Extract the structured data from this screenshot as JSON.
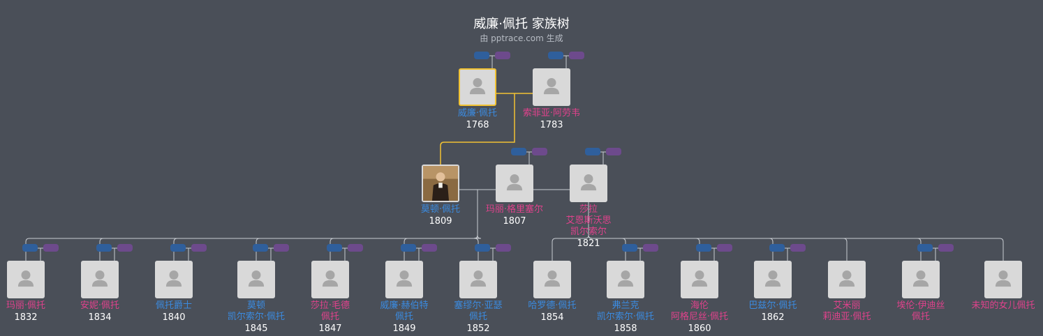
{
  "header": {
    "title": "威廉·佩托 家族树",
    "subtitle": "由 pptrace.com 生成"
  },
  "colors": {
    "male": "#3b8be0",
    "female": "#e0428c",
    "focus_border": "#f1c232",
    "line": "#c8ccd2",
    "focus_line": "#f1c232"
  },
  "people": [
    {
      "id": "p1",
      "lines": [
        "威廉·佩托"
      ],
      "year": "1768",
      "gender": "male",
      "focus": true
    },
    {
      "id": "p2",
      "lines": [
        "索菲亚·阿劳韦"
      ],
      "year": "1783",
      "gender": "female"
    },
    {
      "id": "p3",
      "lines": [
        "莫顿·佩托"
      ],
      "year": "1809",
      "gender": "male",
      "photo": true
    },
    {
      "id": "p4",
      "lines": [
        "玛丽·格里塞尔"
      ],
      "year": "1807",
      "gender": "female"
    },
    {
      "id": "p5",
      "lines": [
        "莎拉",
        "艾恩斯沃思",
        "凯尔索尔"
      ],
      "year": "1821",
      "gender": "female"
    },
    {
      "id": "c1",
      "lines": [
        "玛丽·佩托"
      ],
      "year": "1832",
      "gender": "female"
    },
    {
      "id": "c2",
      "lines": [
        "安妮·佩托"
      ],
      "year": "1834",
      "gender": "female"
    },
    {
      "id": "c3",
      "lines": [
        "佩托爵士"
      ],
      "year": "1840",
      "gender": "male"
    },
    {
      "id": "c4",
      "lines": [
        "莫顿",
        "凯尔索尔·佩托"
      ],
      "year": "1845",
      "gender": "male"
    },
    {
      "id": "c5",
      "lines": [
        "莎拉·毛德",
        "佩托"
      ],
      "year": "1847",
      "gender": "female"
    },
    {
      "id": "c6",
      "lines": [
        "威廉·赫伯特",
        "佩托"
      ],
      "year": "1849",
      "gender": "male"
    },
    {
      "id": "c7",
      "lines": [
        "塞缪尔·亚瑟",
        "佩托"
      ],
      "year": "1852",
      "gender": "male"
    },
    {
      "id": "c8",
      "lines": [
        "哈罗德·佩托"
      ],
      "year": "1854",
      "gender": "male"
    },
    {
      "id": "c9",
      "lines": [
        "弗兰克",
        "凯尔索尔·佩托"
      ],
      "year": "1858",
      "gender": "male"
    },
    {
      "id": "c10",
      "lines": [
        "海伦",
        "阿格尼丝·佩托"
      ],
      "year": "1860",
      "gender": "female"
    },
    {
      "id": "c11",
      "lines": [
        "巴兹尔·佩托"
      ],
      "year": "1862",
      "gender": "male"
    },
    {
      "id": "c12",
      "lines": [
        "艾米丽",
        "莉迪亚·佩托"
      ],
      "year": "",
      "gender": "female"
    },
    {
      "id": "c13",
      "lines": [
        "埃伦·伊迪丝",
        "佩托"
      ],
      "year": "",
      "gender": "female"
    },
    {
      "id": "c14",
      "lines": [
        "未知的女儿佩托"
      ],
      "year": "",
      "gender": "female"
    }
  ]
}
